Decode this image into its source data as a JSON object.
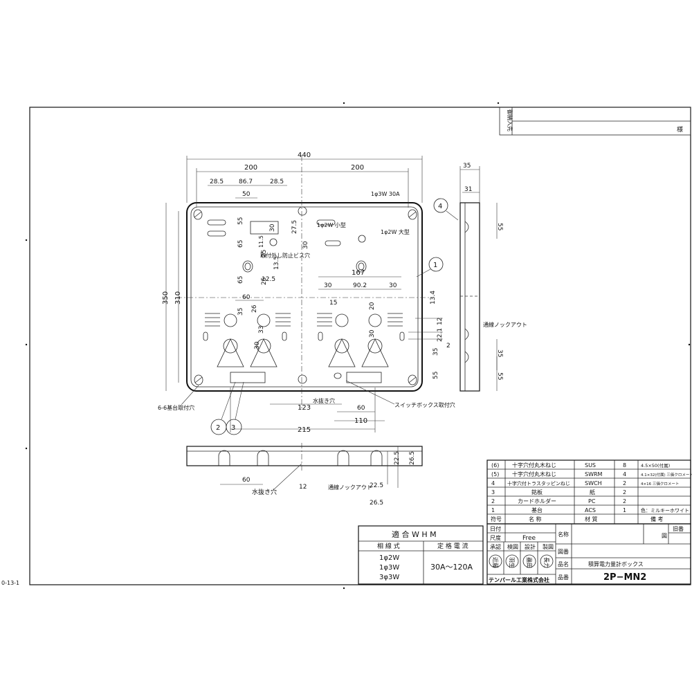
{
  "sheet_ref": "0-13-1",
  "approval": {
    "label": "御納入先",
    "suffix": "様"
  },
  "dimensions_top": {
    "overall": "440",
    "half_left": "200",
    "half_right": "200",
    "a1": "28.5",
    "a2": "86.7",
    "a3": "28.5",
    "a4": "50",
    "phase_note": "1φ3W  30A",
    "small_note": "1φ2W  小型",
    "large_note": "1φ2W  大型"
  },
  "dimensions_left": {
    "height_outer": "350",
    "height_inner": "310",
    "d55": "55",
    "d65a": "65",
    "d65b": "65",
    "d11_5": "11.5",
    "d30": "30",
    "d27_5": "27.5",
    "d13_5": "13.5",
    "d25a": "25",
    "d25b": "25",
    "d12_5": "12.5",
    "d60": "60",
    "d35": "35",
    "d26": "26",
    "d33": "33",
    "d30b": "30",
    "d30c": "30"
  },
  "dimensions_right": {
    "d167": "167",
    "d30a": "30",
    "d90_2": "90.2",
    "d30b": "30",
    "d15": "15",
    "d20": "20",
    "d30c": "30",
    "d13_4": "13.4",
    "d12": "12",
    "d22_1": "22.1",
    "d2": "2",
    "d35": "35",
    "d55": "55"
  },
  "dimensions_bottom": {
    "d123": "123",
    "d60": "60",
    "d110": "110",
    "d215": "215"
  },
  "side_view": {
    "d35": "35",
    "d31": "31",
    "d55a": "55",
    "d35b": "35",
    "d55b": "55",
    "knockout": "通線ノックアウト"
  },
  "bottom_view": {
    "d60": "60",
    "d12": "12",
    "d22_5a": "22.5",
    "d26_5a": "26.5",
    "d22_5b": "22.5",
    "d26_5b": "26.5",
    "drain": "水抜き穴",
    "knockout": "通線ノックアウト"
  },
  "callouts": {
    "c1": "1",
    "c2": "2",
    "c3": "3",
    "c4": "4",
    "anti_removal": "取付外し防止ビス穴",
    "base_mount": "6-6基台取付穴",
    "drain_hole": "水抜き穴",
    "switch_box": "スイッチボックス取付穴"
  },
  "parts_table": {
    "rows": [
      {
        "no": "(6)",
        "name": "十字穴付丸木ねじ",
        "material": "SUS",
        "qty": "8",
        "note": "4.5×50(付属)"
      },
      {
        "no": "(5)",
        "name": "十字穴付丸木ねじ",
        "material": "SWRM",
        "qty": "4",
        "note": "4.1×32(付属) 三価クロメート"
      },
      {
        "no": "4",
        "name": "十字穴付トラスタッピンねじ",
        "material": "SWCH",
        "qty": "2",
        "note": "4×16 三価クロメート"
      },
      {
        "no": "3",
        "name": "銘板",
        "material": "紙",
        "qty": "2",
        "note": ""
      },
      {
        "no": "2",
        "name": "カードホルダー",
        "material": "PC",
        "qty": "2",
        "note": ""
      },
      {
        "no": "1",
        "name": "基台",
        "material": "ACS",
        "qty": "1",
        "note": "色：ミルキーホワイト"
      }
    ],
    "header": {
      "no": "符号",
      "name": "名  称",
      "material": "材  質",
      "qty": "",
      "note": "備  考"
    }
  },
  "whm_table": {
    "title": "適 合 W H M",
    "col1": "相 線 式",
    "col2": "定 格 電 流",
    "phases": [
      "1φ2W",
      "1φ3W",
      "3φ3W"
    ],
    "current": "30A〜120A"
  },
  "title_block": {
    "date_label": "日付",
    "scale_label": "尺度",
    "scale_value": "Free",
    "checks": [
      "承認",
      "検図",
      "設計",
      "製図"
    ],
    "stamps": [
      "近藤",
      "羽生",
      "蟲田",
      "長力"
    ],
    "company": "テンパール工業株式会社",
    "name_label": "名称",
    "drawing_no_label": "図番",
    "product_label": "品名",
    "product_value": "積算電力量計ボックス",
    "code_label": "品番",
    "code_value": "2P−MN2",
    "revision_label": "旧番",
    "sheet_label": "図"
  }
}
